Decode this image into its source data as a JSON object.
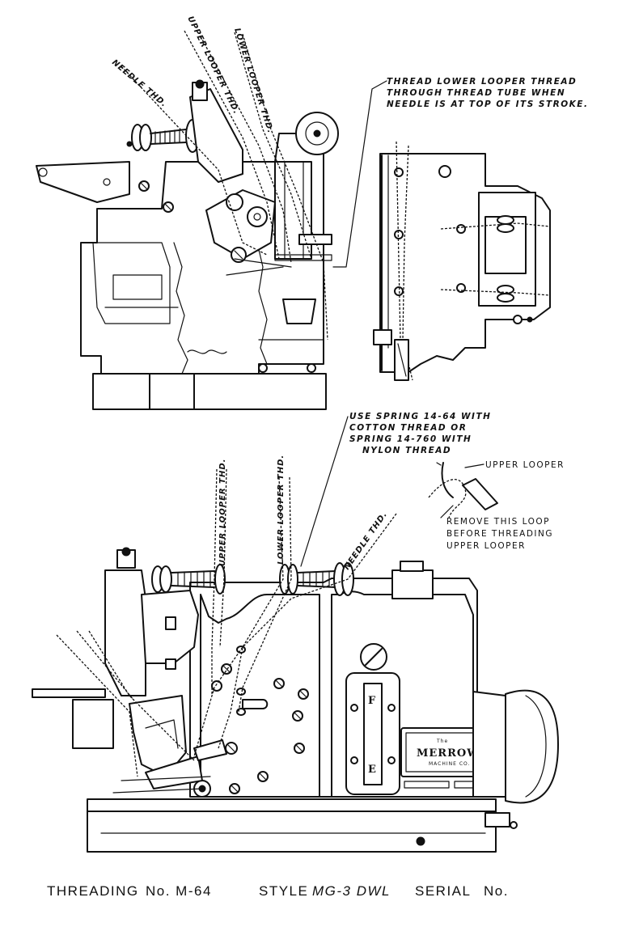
{
  "labels": {
    "top_needle_thd": "NEEDLE THD.",
    "top_upper_looper_thd": "UPPER LOOPER THD.",
    "top_lower_looper_thd": "LOWER LOOPER THD.",
    "thread_tube_note": [
      "THREAD LOWER LOOPER THREAD",
      "THROUGH THREAD TUBE WHEN",
      "NEEDLE IS AT TOP OF ITS STROKE."
    ],
    "spring_note": [
      "USE SPRING 14-64 WITH",
      "COTTON THREAD OR",
      "SPRING 14-760 WITH",
      "NYLON THREAD"
    ],
    "upper_looper": "UPPER LOOPER",
    "remove_loop_note": [
      "REMOVE THIS LOOP",
      "BEFORE THREADING",
      "UPPER LOOPER"
    ],
    "bottom_upper_looper_thd": "UPPER LOOPER THD.",
    "bottom_lower_looper_thd": "LOWER LOOPER THD.",
    "bottom_needle_thd": "NEEDLE THD."
  },
  "nameplate": {
    "the": "The",
    "brand": "MERROW",
    "sub": "MACHINE CO."
  },
  "gauge": {
    "top": "F",
    "bottom": "E"
  },
  "footer": {
    "threading": "THREADING",
    "number": "No. M-64",
    "style_label": "STYLE",
    "style_value": "MG-3 DWL",
    "serial": "SERIAL",
    "serial_no": "No."
  }
}
